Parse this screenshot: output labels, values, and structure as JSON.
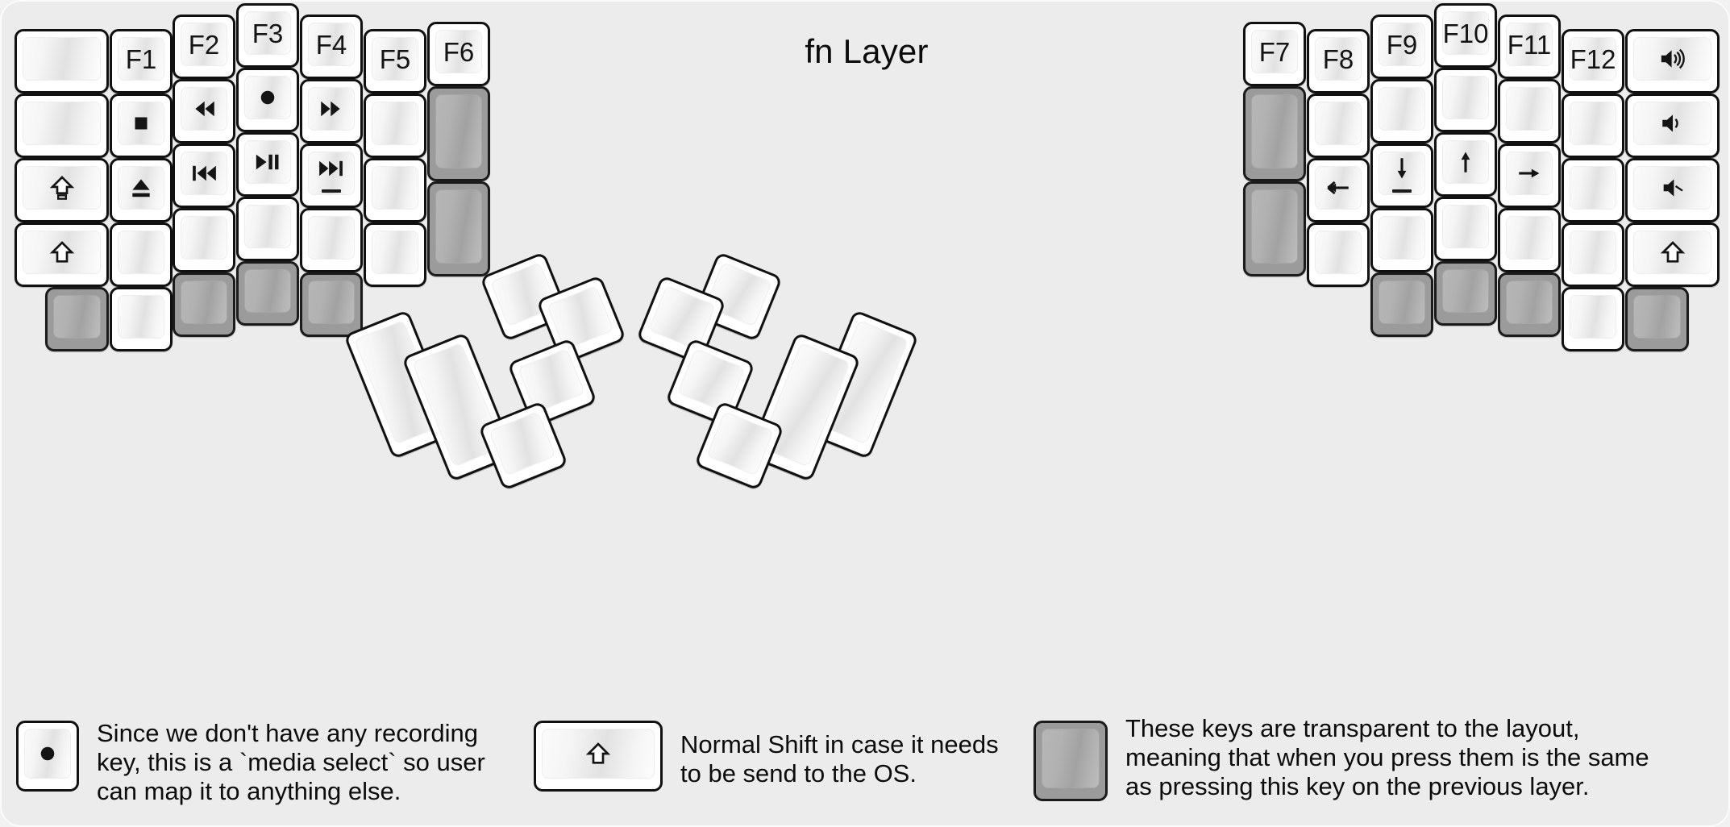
{
  "title": "fn Layer",
  "colors": {
    "background": "#ececec",
    "key_fill": "#ffffff",
    "key_border": "#111111",
    "transparent_key_fill": "#9b9b9b",
    "text": "#0c0c0c"
  },
  "legend": [
    {
      "key_icon": "record-icon",
      "key_type": "normal",
      "text": "Since we don't have any recording\nkey, this is a `media select` so user\ncan map it to anything else."
    },
    {
      "key_icon": "shift-icon",
      "key_type": "normal",
      "text": "Normal Shift in case it needs\nto be send to the OS."
    },
    {
      "key_icon": "none",
      "key_type": "transparent",
      "text": "These keys are transparent to the layout,\nmeaning that when you press them is the same\nas pressing this key on the previous layer."
    }
  ],
  "left_half": {
    "columns": [
      {
        "name": "col-1",
        "keys": [
          {
            "label": "",
            "icon": "none",
            "type": "normal"
          },
          {
            "label": "",
            "icon": "none",
            "type": "normal"
          },
          {
            "label": "",
            "icon": "caps-lock-icon",
            "type": "normal"
          },
          {
            "label": "",
            "icon": "shift-icon",
            "type": "normal"
          },
          {
            "label": "",
            "icon": "none",
            "type": "transparent"
          }
        ]
      },
      {
        "name": "col-2",
        "keys": [
          {
            "label": "F1",
            "icon": "none",
            "type": "normal"
          },
          {
            "label": "",
            "icon": "stop-icon",
            "type": "normal"
          },
          {
            "label": "",
            "icon": "eject-icon",
            "type": "normal"
          },
          {
            "label": "",
            "icon": "none",
            "type": "normal"
          },
          {
            "label": "",
            "icon": "none",
            "type": "normal"
          }
        ]
      },
      {
        "name": "col-3",
        "keys": [
          {
            "label": "F2",
            "icon": "none",
            "type": "normal"
          },
          {
            "label": "",
            "icon": "rewind-icon",
            "type": "normal"
          },
          {
            "label": "",
            "icon": "prev-track-icon",
            "type": "normal"
          },
          {
            "label": "",
            "icon": "none",
            "type": "normal"
          },
          {
            "label": "",
            "icon": "none",
            "type": "transparent"
          }
        ]
      },
      {
        "name": "col-4",
        "keys": [
          {
            "label": "F3",
            "icon": "none",
            "type": "normal"
          },
          {
            "label": "",
            "icon": "record-icon",
            "type": "normal"
          },
          {
            "label": "",
            "icon": "play-pause-icon",
            "type": "normal"
          },
          {
            "label": "",
            "icon": "none",
            "type": "normal"
          },
          {
            "label": "",
            "icon": "none",
            "type": "transparent"
          }
        ]
      },
      {
        "name": "col-5",
        "keys": [
          {
            "label": "F4",
            "icon": "none",
            "type": "normal"
          },
          {
            "label": "",
            "icon": "fast-forward-icon",
            "type": "normal"
          },
          {
            "label": "",
            "icon": "next-track-icon",
            "type": "normal"
          },
          {
            "label": "",
            "icon": "none",
            "type": "normal"
          },
          {
            "label": "",
            "icon": "none",
            "type": "transparent"
          }
        ]
      },
      {
        "name": "col-6",
        "keys": [
          {
            "label": "F5",
            "icon": "none",
            "type": "normal"
          },
          {
            "label": "",
            "icon": "none",
            "type": "normal"
          },
          {
            "label": "",
            "icon": "none",
            "type": "normal"
          },
          {
            "label": "",
            "icon": "none",
            "type": "normal"
          }
        ]
      },
      {
        "name": "col-7",
        "keys": [
          {
            "label": "F6",
            "icon": "none",
            "type": "normal"
          },
          {
            "label": "",
            "icon": "none",
            "type": "transparent"
          },
          {
            "label": "",
            "icon": "none",
            "type": "transparent"
          }
        ]
      }
    ],
    "thumb_cluster": [
      {
        "name": "thumb-large-1",
        "icon": "none",
        "type": "normal"
      },
      {
        "name": "thumb-large-2",
        "icon": "none",
        "type": "normal"
      },
      {
        "name": "thumb-small-1",
        "icon": "none",
        "type": "normal"
      },
      {
        "name": "thumb-small-2",
        "icon": "none",
        "type": "normal"
      },
      {
        "name": "thumb-small-3",
        "icon": "none",
        "type": "normal"
      },
      {
        "name": "thumb-small-4",
        "icon": "none",
        "type": "normal"
      }
    ]
  },
  "right_half": {
    "columns": [
      {
        "name": "col-1",
        "keys": [
          {
            "label": "F7",
            "icon": "none",
            "type": "normal"
          },
          {
            "label": "",
            "icon": "none",
            "type": "transparent"
          },
          {
            "label": "",
            "icon": "none",
            "type": "transparent"
          }
        ]
      },
      {
        "name": "col-2",
        "keys": [
          {
            "label": "F8",
            "icon": "none",
            "type": "normal"
          },
          {
            "label": "",
            "icon": "none",
            "type": "normal"
          },
          {
            "label": "",
            "icon": "arrow-left-icon",
            "type": "normal"
          },
          {
            "label": "",
            "icon": "none",
            "type": "normal"
          }
        ]
      },
      {
        "name": "col-3",
        "keys": [
          {
            "label": "F9",
            "icon": "none",
            "type": "normal"
          },
          {
            "label": "",
            "icon": "none",
            "type": "normal"
          },
          {
            "label": "",
            "icon": "arrow-down-icon",
            "type": "normal"
          },
          {
            "label": "",
            "icon": "none",
            "type": "normal"
          },
          {
            "label": "",
            "icon": "none",
            "type": "transparent"
          }
        ]
      },
      {
        "name": "col-4",
        "keys": [
          {
            "label": "F10",
            "icon": "none",
            "type": "normal"
          },
          {
            "label": "",
            "icon": "none",
            "type": "normal"
          },
          {
            "label": "",
            "icon": "arrow-up-icon",
            "type": "normal"
          },
          {
            "label": "",
            "icon": "none",
            "type": "normal"
          },
          {
            "label": "",
            "icon": "none",
            "type": "transparent"
          }
        ]
      },
      {
        "name": "col-5",
        "keys": [
          {
            "label": "F11",
            "icon": "none",
            "type": "normal"
          },
          {
            "label": "",
            "icon": "none",
            "type": "normal"
          },
          {
            "label": "",
            "icon": "arrow-right-icon",
            "type": "normal"
          },
          {
            "label": "",
            "icon": "none",
            "type": "normal"
          },
          {
            "label": "",
            "icon": "none",
            "type": "transparent"
          }
        ]
      },
      {
        "name": "col-6",
        "keys": [
          {
            "label": "F12",
            "icon": "none",
            "type": "normal"
          },
          {
            "label": "",
            "icon": "none",
            "type": "normal"
          },
          {
            "label": "",
            "icon": "none",
            "type": "normal"
          },
          {
            "label": "",
            "icon": "none",
            "type": "normal"
          },
          {
            "label": "",
            "icon": "none",
            "type": "normal"
          }
        ]
      },
      {
        "name": "col-7",
        "keys": [
          {
            "label": "",
            "icon": "volume-up-icon",
            "type": "normal"
          },
          {
            "label": "",
            "icon": "volume-down-icon",
            "type": "normal"
          },
          {
            "label": "",
            "icon": "volume-mute-icon",
            "type": "normal"
          },
          {
            "label": "",
            "icon": "shift-icon",
            "type": "normal"
          },
          {
            "label": "",
            "icon": "none",
            "type": "transparent"
          }
        ]
      }
    ],
    "thumb_cluster": [
      {
        "name": "thumb-large-1",
        "icon": "none",
        "type": "normal"
      },
      {
        "name": "thumb-large-2",
        "icon": "none",
        "type": "normal"
      },
      {
        "name": "thumb-small-1",
        "icon": "none",
        "type": "normal"
      },
      {
        "name": "thumb-small-2",
        "icon": "none",
        "type": "normal"
      },
      {
        "name": "thumb-small-3",
        "icon": "none",
        "type": "normal"
      },
      {
        "name": "thumb-small-4",
        "icon": "none",
        "type": "normal"
      }
    ]
  }
}
